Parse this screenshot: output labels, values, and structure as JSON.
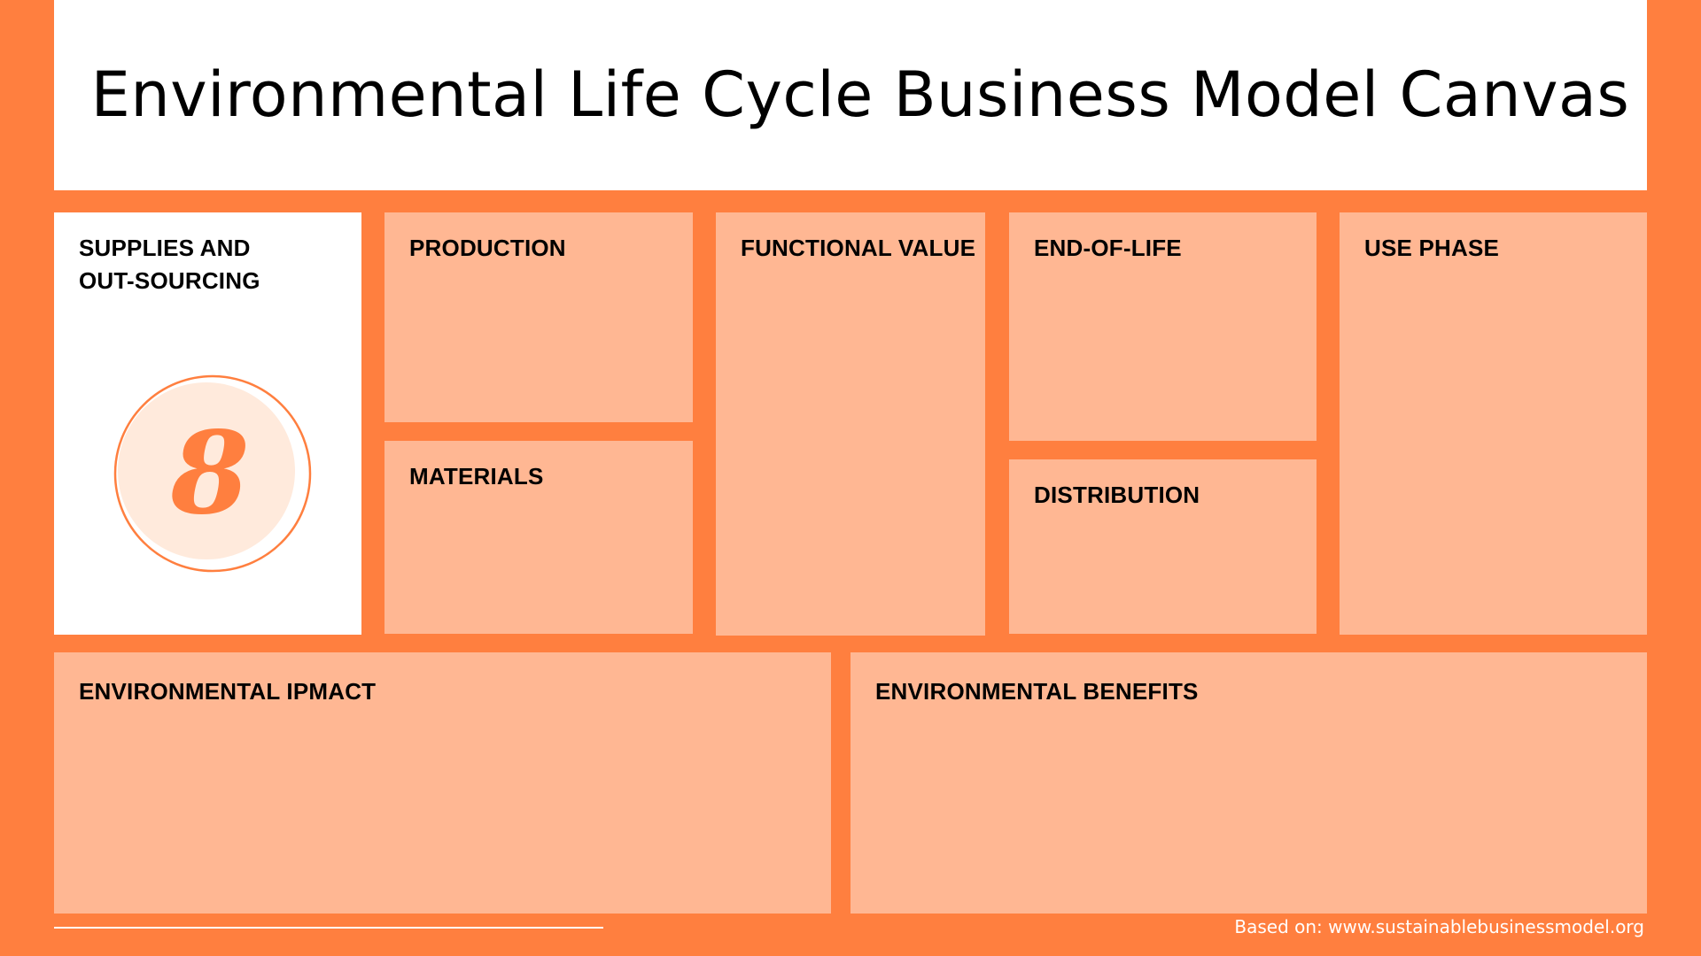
{
  "title": "Environmental Life Cycle Business Model Canvas",
  "blocks": {
    "supplies": {
      "line1": "SUPPLIES AND",
      "line2": "OUT-SOURCING"
    },
    "production": "PRODUCTION",
    "materials": "MATERIALS",
    "functional_value": "FUNCTIONAL VALUE",
    "end_of_life": "END-OF-LIFE",
    "distribution": "DISTRIBUTION",
    "use_phase": "USE PHASE",
    "environmental_impact": "ENVIRONMENTAL IPMACT",
    "environmental_benefits": "ENVIRONMENTAL BENEFITS"
  },
  "badge": {
    "number": "8"
  },
  "footer": {
    "source": "Based on: www.sustainablebusinessmodel.org"
  },
  "colors": {
    "background": "#ff7f3f",
    "block_fill": "#ffb793",
    "highlight_fill": "#ffffff",
    "badge_fill": "#ffeadc",
    "text": "#000000"
  }
}
